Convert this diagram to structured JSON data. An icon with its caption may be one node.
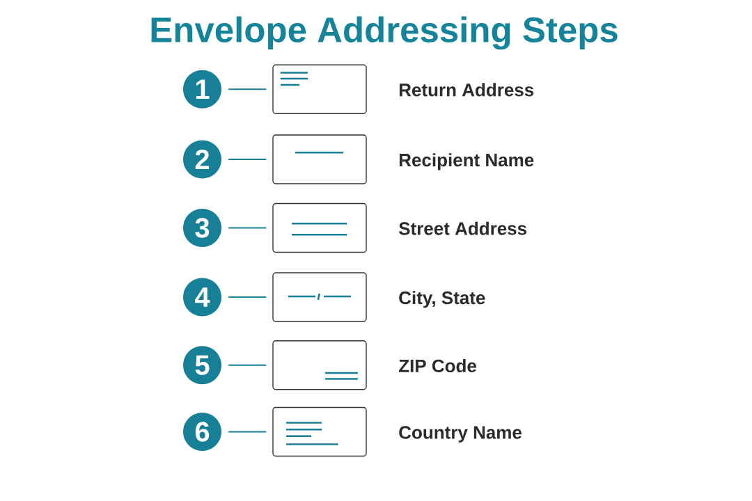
{
  "diagram": {
    "title": "Envelope Addressing Steps",
    "nodes": [
      {
        "text": [
          "1"
        ]
      },
      {
        "text": [],
        "shape": "box",
        "beside": [
          "Return Address"
        ]
      },
      {
        "text": [
          "2"
        ]
      },
      {
        "text": [],
        "shape": "box",
        "beside": [
          "Recipient Name"
        ]
      },
      {
        "text": [
          "3"
        ]
      },
      {
        "text": [],
        "shape": "box",
        "beside": [
          "Street Address"
        ]
      },
      {
        "text": [
          "4"
        ]
      },
      {
        "text": [],
        "shape": "box",
        "beside": [
          "City, State"
        ]
      },
      {
        "text": [
          "5"
        ]
      },
      {
        "text": [],
        "shape": "box",
        "beside": [
          "ZIP Code"
        ]
      },
      {
        "text": [
          "6"
        ]
      },
      {
        "text": [],
        "shape": "box",
        "beside": [
          "Country Name"
        ]
      }
    ],
    "edges": [
      {
        "from": 0,
        "to": 1,
        "arrow": "none"
      },
      {
        "from": 2,
        "to": 3,
        "arrow": "none"
      },
      {
        "from": 4,
        "to": 5,
        "arrow": "none"
      },
      {
        "from": 6,
        "to": 7,
        "arrow": "none"
      },
      {
        "from": 8,
        "to": 9,
        "arrow": "none"
      },
      {
        "from": 10,
        "to": 11,
        "arrow": "none"
      }
    ]
  }
}
